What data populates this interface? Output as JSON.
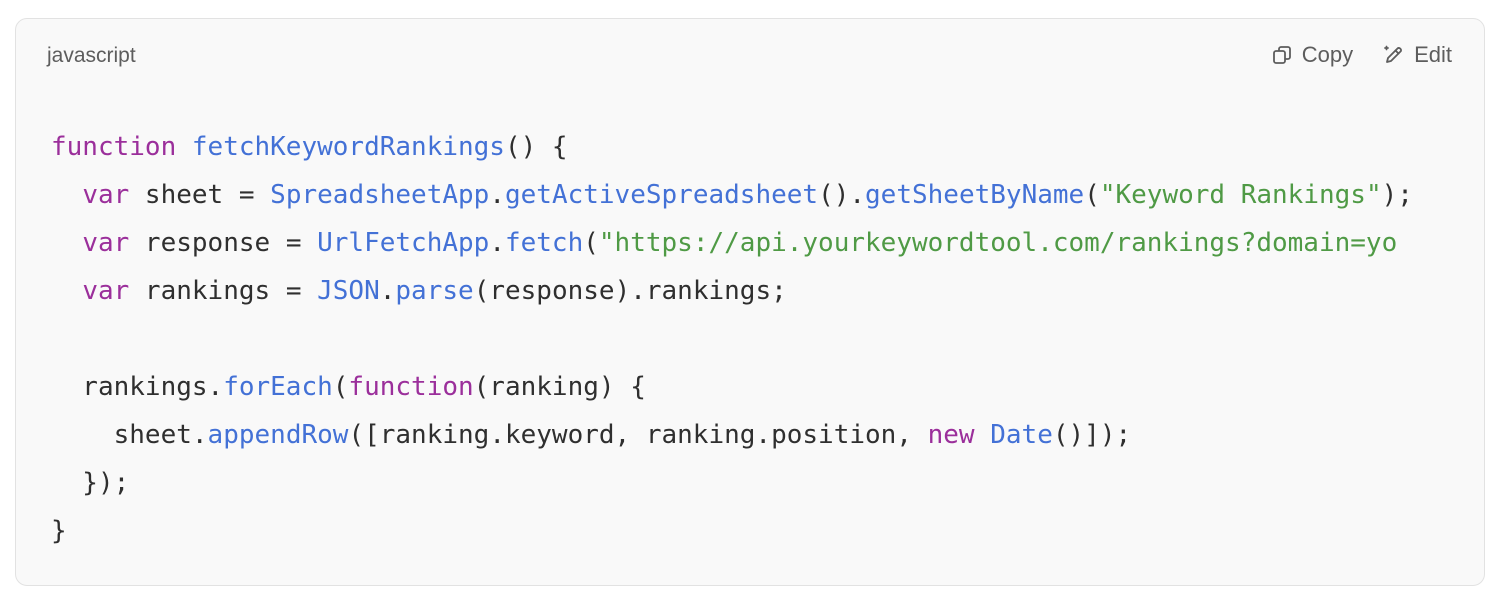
{
  "header": {
    "language": "javascript",
    "copy_label": "Copy",
    "edit_label": "Edit"
  },
  "icons": {
    "copy": "copy-icon",
    "edit": "pencil-icon"
  },
  "colors": {
    "keyword": "#9b2f9b",
    "function": "#4371d6",
    "string": "#4f9a45",
    "plain": "#2f2f2f",
    "background": "#f9f9f9",
    "border": "#e2e2e2"
  },
  "code": {
    "lines": [
      [
        {
          "t": "function",
          "k": "kw"
        },
        {
          "t": " ",
          "k": "plain"
        },
        {
          "t": "fetchKeywordRankings",
          "k": "fn"
        },
        {
          "t": "() {",
          "k": "plain"
        }
      ],
      [
        {
          "t": "  ",
          "k": "plain"
        },
        {
          "t": "var",
          "k": "kw"
        },
        {
          "t": " sheet = ",
          "k": "plain"
        },
        {
          "t": "SpreadsheetApp",
          "k": "fn"
        },
        {
          "t": ".",
          "k": "plain"
        },
        {
          "t": "getActiveSpreadsheet",
          "k": "fn"
        },
        {
          "t": "().",
          "k": "plain"
        },
        {
          "t": "getSheetByName",
          "k": "fn"
        },
        {
          "t": "(",
          "k": "plain"
        },
        {
          "t": "\"Keyword Rankings\"",
          "k": "str"
        },
        {
          "t": ");",
          "k": "plain"
        }
      ],
      [
        {
          "t": "  ",
          "k": "plain"
        },
        {
          "t": "var",
          "k": "kw"
        },
        {
          "t": " response = ",
          "k": "plain"
        },
        {
          "t": "UrlFetchApp",
          "k": "fn"
        },
        {
          "t": ".",
          "k": "plain"
        },
        {
          "t": "fetch",
          "k": "fn"
        },
        {
          "t": "(",
          "k": "plain"
        },
        {
          "t": "\"https://api.yourkeywordtool.com/rankings?domain=yo",
          "k": "str"
        }
      ],
      [
        {
          "t": "  ",
          "k": "plain"
        },
        {
          "t": "var",
          "k": "kw"
        },
        {
          "t": " rankings = ",
          "k": "plain"
        },
        {
          "t": "JSON",
          "k": "fn"
        },
        {
          "t": ".",
          "k": "plain"
        },
        {
          "t": "parse",
          "k": "fn"
        },
        {
          "t": "(response).rankings;",
          "k": "plain"
        }
      ],
      [],
      [
        {
          "t": "  rankings.",
          "k": "plain"
        },
        {
          "t": "forEach",
          "k": "fn"
        },
        {
          "t": "(",
          "k": "plain"
        },
        {
          "t": "function",
          "k": "kw"
        },
        {
          "t": "(ranking) {",
          "k": "plain"
        }
      ],
      [
        {
          "t": "    sheet.",
          "k": "plain"
        },
        {
          "t": "appendRow",
          "k": "fn"
        },
        {
          "t": "([ranking.keyword, ranking.position, ",
          "k": "plain"
        },
        {
          "t": "new",
          "k": "kw"
        },
        {
          "t": " ",
          "k": "plain"
        },
        {
          "t": "Date",
          "k": "fn"
        },
        {
          "t": "()]);",
          "k": "plain"
        }
      ],
      [
        {
          "t": "  });",
          "k": "plain"
        }
      ],
      [
        {
          "t": "}",
          "k": "plain"
        }
      ]
    ]
  }
}
